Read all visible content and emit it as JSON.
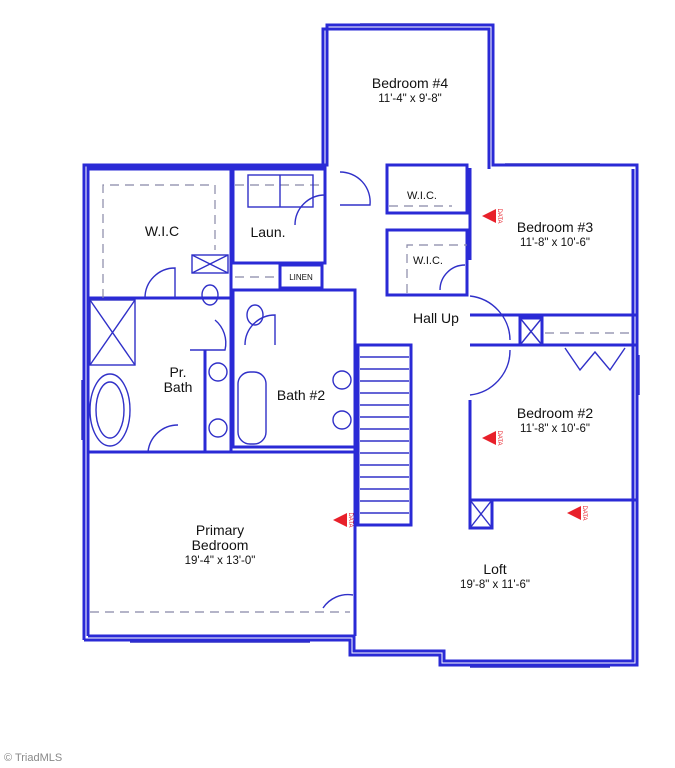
{
  "rooms": {
    "bedroom4": {
      "name": "Bedroom #4",
      "size": "11'-4\" x 9'-8\""
    },
    "bedroom3": {
      "name": "Bedroom #3",
      "size": "11'-8\" x 10'-6\""
    },
    "bedroom2": {
      "name": "Bedroom #2",
      "size": "11'-8\" x 10'-6\""
    },
    "primary": {
      "name_line1": "Primary",
      "name_line2": "Bedroom",
      "size": "19'-4\" x 13'-0\""
    },
    "loft": {
      "name": "Loft",
      "size": "19'-8\" x 11'-6\""
    },
    "wic_primary": {
      "name": "W.I.C"
    },
    "wic_upper": {
      "name": "W.I.C."
    },
    "wic_lower": {
      "name": "W.I.C."
    },
    "laundry": {
      "name": "Laun."
    },
    "linen": {
      "name": "LINEN"
    },
    "primary_bath": {
      "name_line1": "Pr.",
      "name_line2": "Bath"
    },
    "bath2": {
      "name": "Bath #2"
    },
    "hall": {
      "name": "Hall Up"
    }
  },
  "data_markers": {
    "label": "DATA",
    "color": "#e8202a"
  },
  "wall_color": "#2a2ad6",
  "watermark": "© TriadMLS"
}
